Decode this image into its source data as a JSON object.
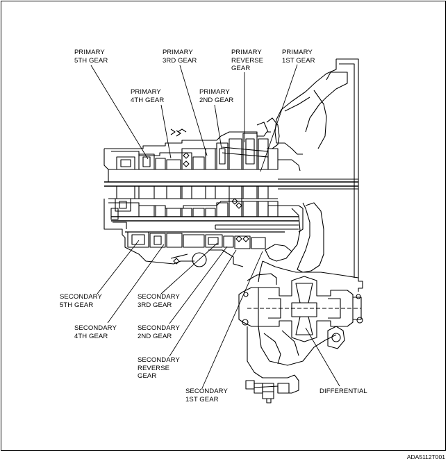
{
  "labels": {
    "primary_5th": "PRIMARY\n5TH GEAR",
    "primary_3rd": "PRIMARY\n3RD GEAR",
    "primary_reverse": "PRIMARY\nREVERSE\nGEAR",
    "primary_1st": "PRIMARY\n1ST GEAR",
    "primary_4th": "PRIMARY\n4TH GEAR",
    "primary_2nd": "PRIMARY\n2ND GEAR",
    "secondary_5th": "SECONDARY\n5TH GEAR",
    "secondary_3rd": "SECONDARY\n3RD GEAR",
    "secondary_4th": "SECONDARY\n4TH GEAR",
    "secondary_2nd": "SECONDARY\n2ND GEAR",
    "secondary_reverse": "SECONDARY\nREVERSE\nGEAR",
    "secondary_1st": "SECONDARY\n1ST GEAR",
    "differential": "DIFFERENTIAL"
  },
  "figure_id": "ADA5112T001",
  "colors": {
    "line": "#000000",
    "background": "#ffffff"
  }
}
